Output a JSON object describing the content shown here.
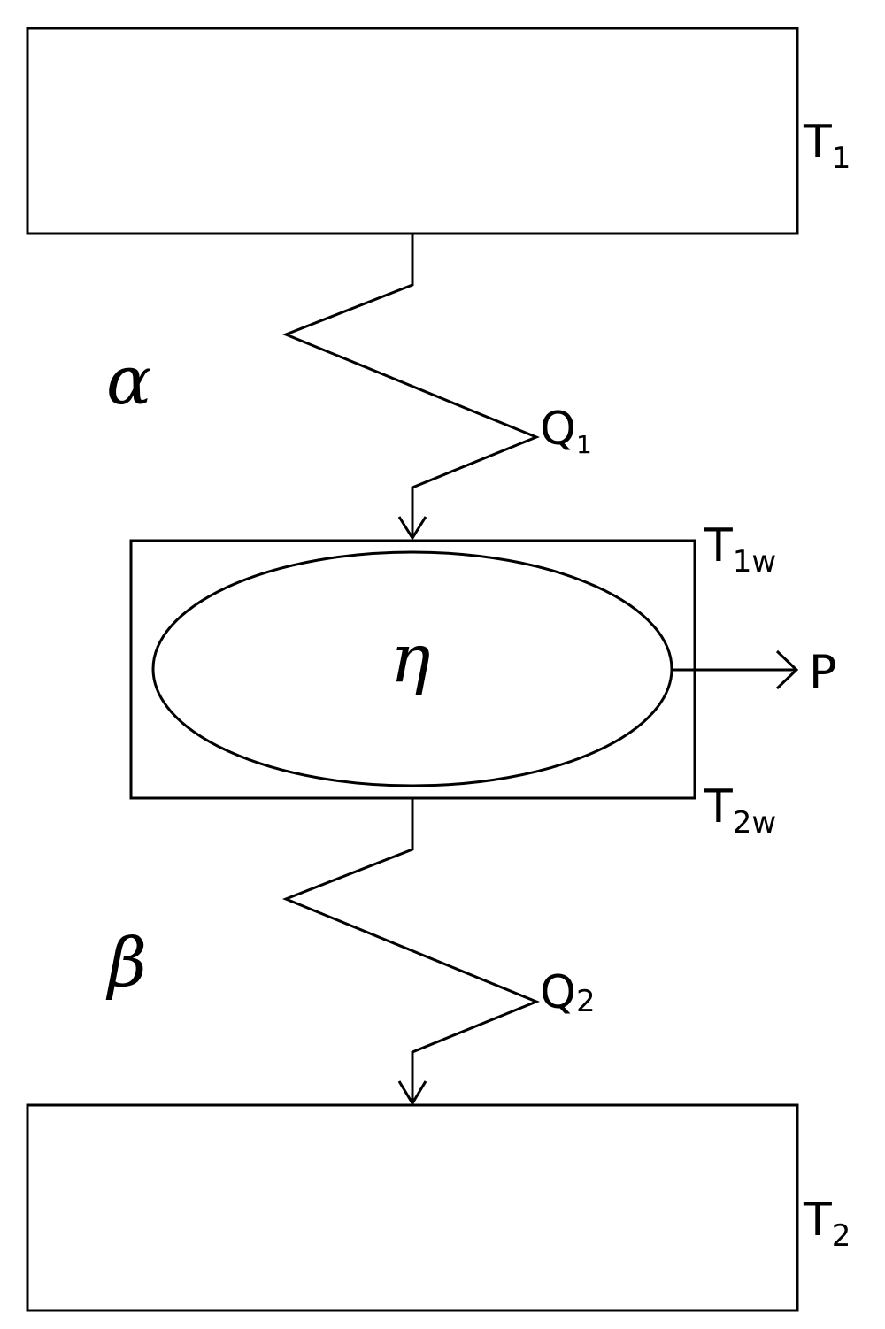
{
  "labels": {
    "t1": {
      "main": "T",
      "sub": "1"
    },
    "t2": {
      "main": "T",
      "sub": "2"
    },
    "t1w": {
      "main": "T",
      "sub": "1w"
    },
    "t2w": {
      "main": "T",
      "sub": "2w"
    },
    "q1": {
      "main": "Q",
      "sub": "1"
    },
    "q2": {
      "main": "Q",
      "sub": "2"
    },
    "power": "P",
    "alpha": "α",
    "beta": "β",
    "eta": "η"
  },
  "colors": {
    "stroke": "#000000",
    "background": "#ffffff"
  }
}
